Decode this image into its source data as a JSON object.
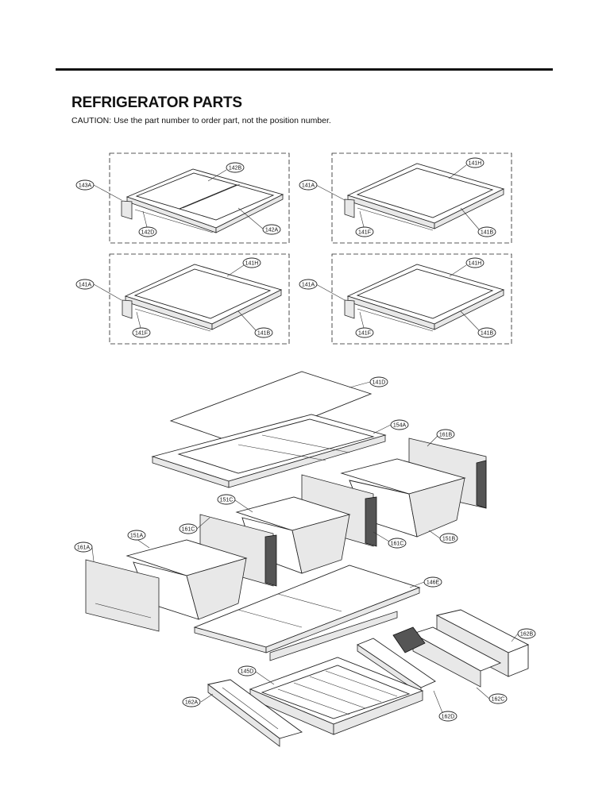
{
  "header": {
    "title": "REFRIGERATOR PARTS",
    "caution": "CAUTION: Use the part number to order part, not the position number."
  },
  "callouts": {
    "c142B": "142B",
    "c143A": "143A",
    "c142D": "142D",
    "c142A": "142A",
    "c141H_1": "141H",
    "c141A_1": "141A",
    "c141F_1": "141F",
    "c141B_1": "141B",
    "c141H_2": "141H",
    "c141A_2": "141A",
    "c141F_2": "141F",
    "c141B_2": "141B",
    "c141H_3": "141H",
    "c141A_3": "141A",
    "c141F_3": "141F",
    "c141B_3": "141B",
    "c141D": "141D",
    "c154A": "154A",
    "c161B": "161B",
    "c151C": "151C",
    "c161C_1": "161C",
    "c151A": "151A",
    "c161C_2": "161C",
    "c151B": "151B",
    "c161A": "161A",
    "c146E": "146E",
    "c162B": "162B",
    "c145D": "145D",
    "c162A": "162A",
    "c162C": "162C",
    "c162D": "162D"
  }
}
